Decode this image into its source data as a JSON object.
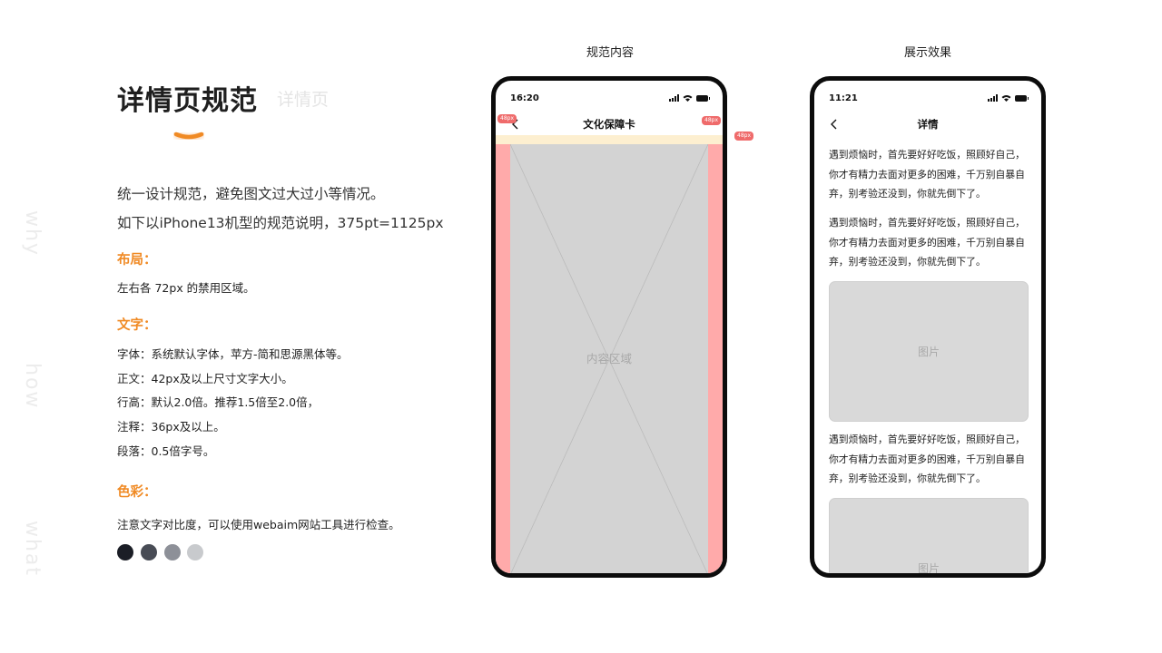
{
  "side_words": [
    "why",
    "how",
    "what"
  ],
  "header": {
    "title": "详情页规范",
    "subtitle": "详情页"
  },
  "intro": {
    "line1": "统一设计规范，避免图文过大过小等情况。",
    "line2": "如下以iPhone13机型的规范说明，375pt=1125px"
  },
  "layout_section": {
    "title": "布局：",
    "lines": [
      "左右各 72px 的禁用区域。"
    ]
  },
  "text_section": {
    "title": "文字：",
    "lines": [
      "字体：系统默认字体，苹方-简和思源黑体等。",
      "正文：42px及以上尺寸文字大小。",
      "行高：默认2.0倍。推荐1.5倍至2.0倍，",
      "注释：36px及以上。",
      "段落：0.5倍字号。"
    ]
  },
  "color_section": {
    "title": "色彩：",
    "lines": [
      "注意文字对比度，可以使用webaim网站工具进行检查。"
    ],
    "swatches": [
      "#1b1e26",
      "#484c55",
      "#8d9098",
      "#c8cacd"
    ]
  },
  "colors": {
    "accent": "#f08a24",
    "forbidden_zone": "#ffaaaa",
    "nav_band": "#fdefd0",
    "content_gray": "#d3d3d3"
  },
  "spec_phone": {
    "label": "规范内容",
    "time": "16:20",
    "nav_title": "文化保障卡",
    "back_icon": "chevron-left-icon",
    "tags": [
      "48px",
      "48px",
      "48px"
    ],
    "content_label": "内容区域"
  },
  "demo_phone": {
    "label": "展示效果",
    "time": "11:21",
    "nav_title": "详情",
    "back_icon": "chevron-left-icon",
    "paragraph": "遇到烦恼时，首先要好好吃饭，照顾好自己，你才有精力去面对更多的困难，千万别自暴自弃，别考验还没到，你就先倒下了。",
    "image_label": "图片"
  }
}
